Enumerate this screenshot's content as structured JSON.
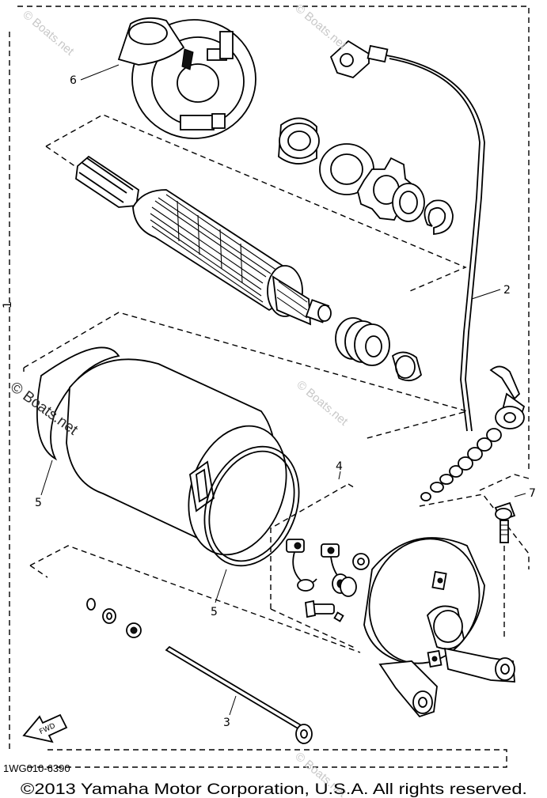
{
  "diagram": {
    "callouts": {
      "assembly": "1",
      "lead_wire": "2",
      "bolt": "3",
      "brush_set": "4",
      "o_ring_left": "5",
      "o_ring_right": "5",
      "front_cover": "6",
      "stay_bolt": "7"
    },
    "fwd_label": "FWD",
    "drawing_code": "1WG010-6390",
    "copyright": "©2013 Yamaha Motor Corporation, U.S.A. All rights reserved.",
    "watermarks": {
      "top_left": "© Boats.net",
      "top_center": "© Boats.net",
      "middle_left": "© Boats.net",
      "middle_right": "© Boats.net",
      "bottom_center": "© Boats.net"
    },
    "icons": {
      "fwd_arrow": "fwd-arrow-icon",
      "washer_small": "washer-icon",
      "circlip": "circlip-icon"
    }
  }
}
